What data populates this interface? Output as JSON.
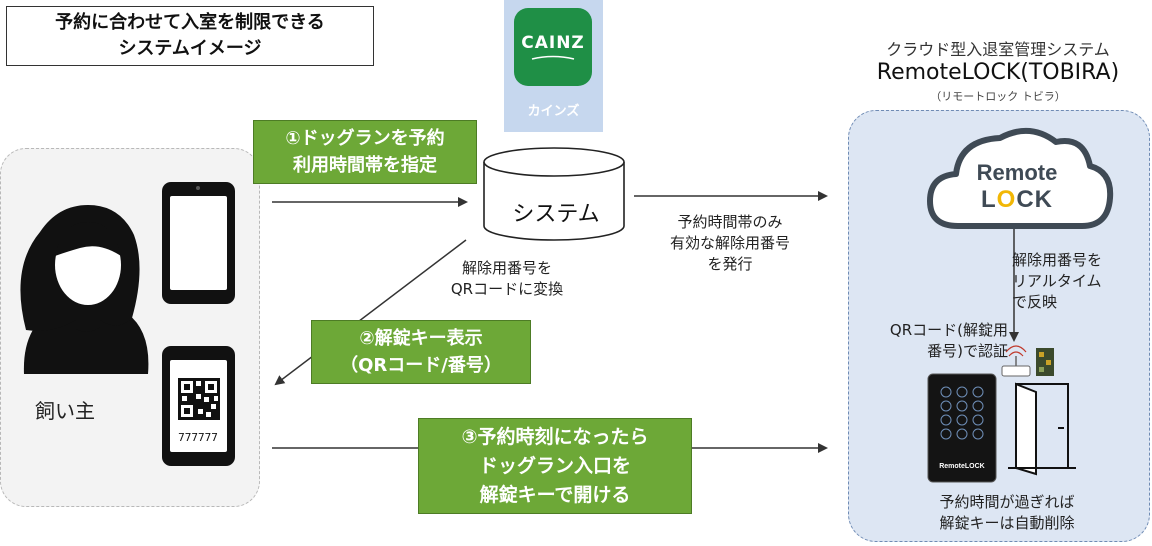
{
  "title": {
    "line1": "予約に合わせて入室を制限できる",
    "line2": "システムイメージ"
  },
  "app_icon": {
    "brand": "CAINZ",
    "kana": "カインズ",
    "color": "#1f8f46"
  },
  "user": {
    "label": "飼い主",
    "qr_code_number": "777777"
  },
  "system": {
    "label": "システム"
  },
  "cloud": {
    "title": "クラウド型入退室管理システム",
    "product": "RemoteLOCK(TOBIRA)",
    "subtitle": "（リモートロック トビラ）",
    "logo_line1": "Remote",
    "logo_line2": "LOCK",
    "device_brand": "RemoteLOCK"
  },
  "steps": {
    "step1": {
      "line1": "①ドッグランを予約",
      "line2": "利用時間帯を指定"
    },
    "step2": {
      "line1": "②解錠キー表示",
      "line2": "（QRコード/番号）"
    },
    "step3": {
      "line1": "③予約時刻になったら",
      "line2": "ドッグラン入口を",
      "line3": "解錠キーで開ける"
    }
  },
  "notes": {
    "convert": {
      "line1": "解除用番号を",
      "line2": "QRコードに変換"
    },
    "issue": {
      "line1": "予約時間帯のみ",
      "line2": "有効な解除用番号",
      "line3": "を発行"
    },
    "reflect": {
      "line1": "解除用番号を",
      "line2": "リアルタイム",
      "line3": "で反映"
    },
    "auth": {
      "line1": "QRコード(解錠用",
      "line2": "番号)で認証"
    },
    "delete": {
      "line1": "予約時間が過ぎれば",
      "line2": "解錠キーは自動削除"
    }
  },
  "colors": {
    "step_green": "#6da837",
    "cloud_zone": "#dde6f3",
    "user_zone": "#f3f3f3",
    "logo_yellow": "#f2b705"
  }
}
